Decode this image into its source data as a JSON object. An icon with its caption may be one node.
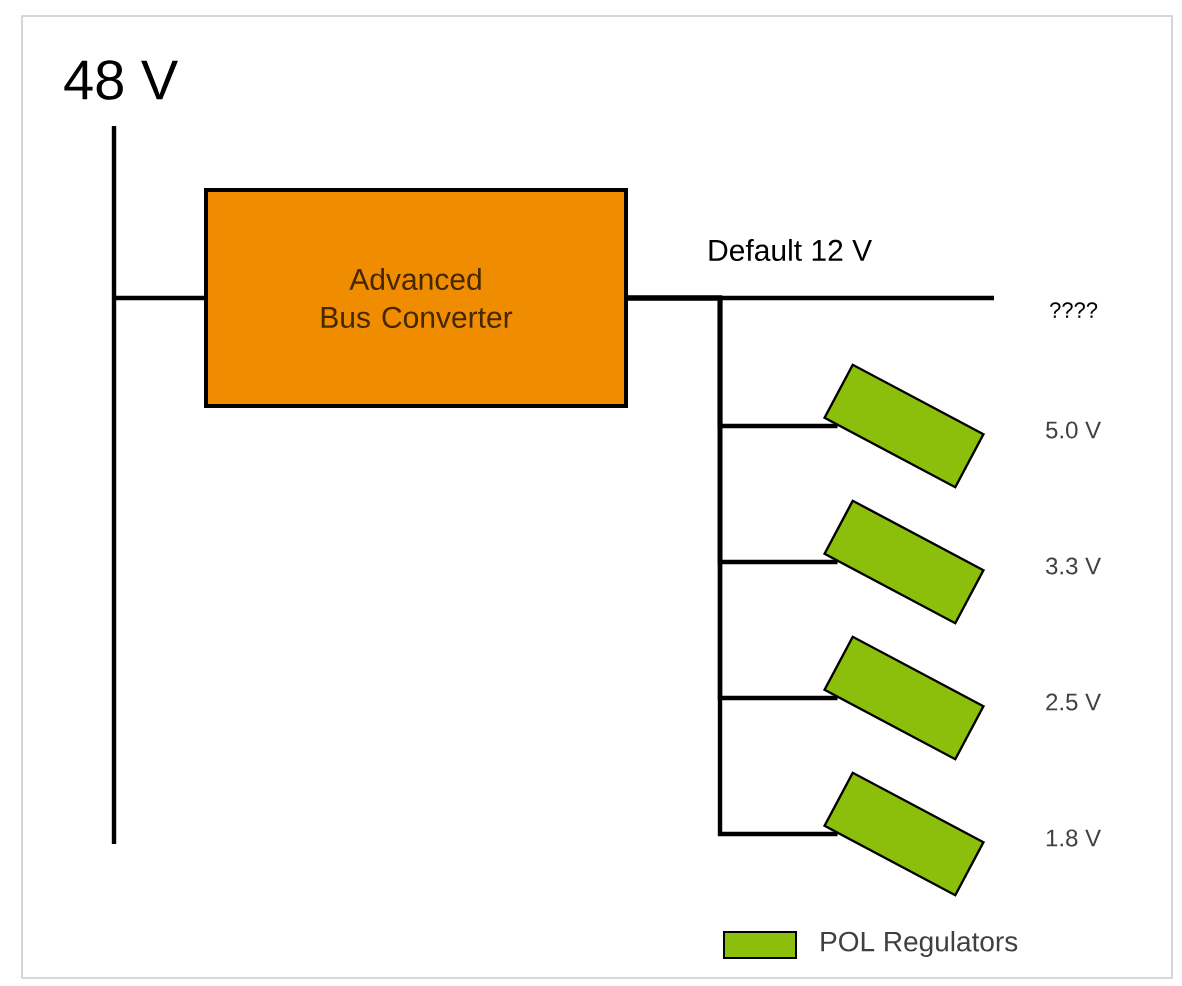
{
  "diagram": {
    "nodes": [
      {
        "text": [
          "Advanced Bus Converter"
        ]
      },
      {
        "text": [],
        "shape": "box",
        "beside": [
          "5.0 V"
        ]
      },
      {
        "text": [],
        "shape": "box",
        "beside": [
          "3.3 V"
        ]
      },
      {
        "text": [],
        "shape": "box",
        "beside": [
          "2.5 V"
        ]
      },
      {
        "text": [],
        "shape": "box",
        "beside": [
          "1.8 V"
        ]
      }
    ],
    "edges": [
      {
        "from": null,
        "to": 0,
        "arrow": "none"
      },
      {
        "from": 0,
        "to": null,
        "arrow": "none"
      },
      {
        "from": 0,
        "to": 1,
        "arrow": "none"
      },
      {
        "from": 0,
        "to": 2,
        "arrow": "none"
      },
      {
        "from": 0,
        "to": 3,
        "arrow": "none"
      },
      {
        "from": 0,
        "to": 4,
        "arrow": "none"
      }
    ],
    "labels": [
      "48 V",
      "Default 12 V",
      "????"
    ],
    "legend": [
      {
        "text": "POL Regulators",
        "color": "#8cbf0c"
      }
    ]
  }
}
